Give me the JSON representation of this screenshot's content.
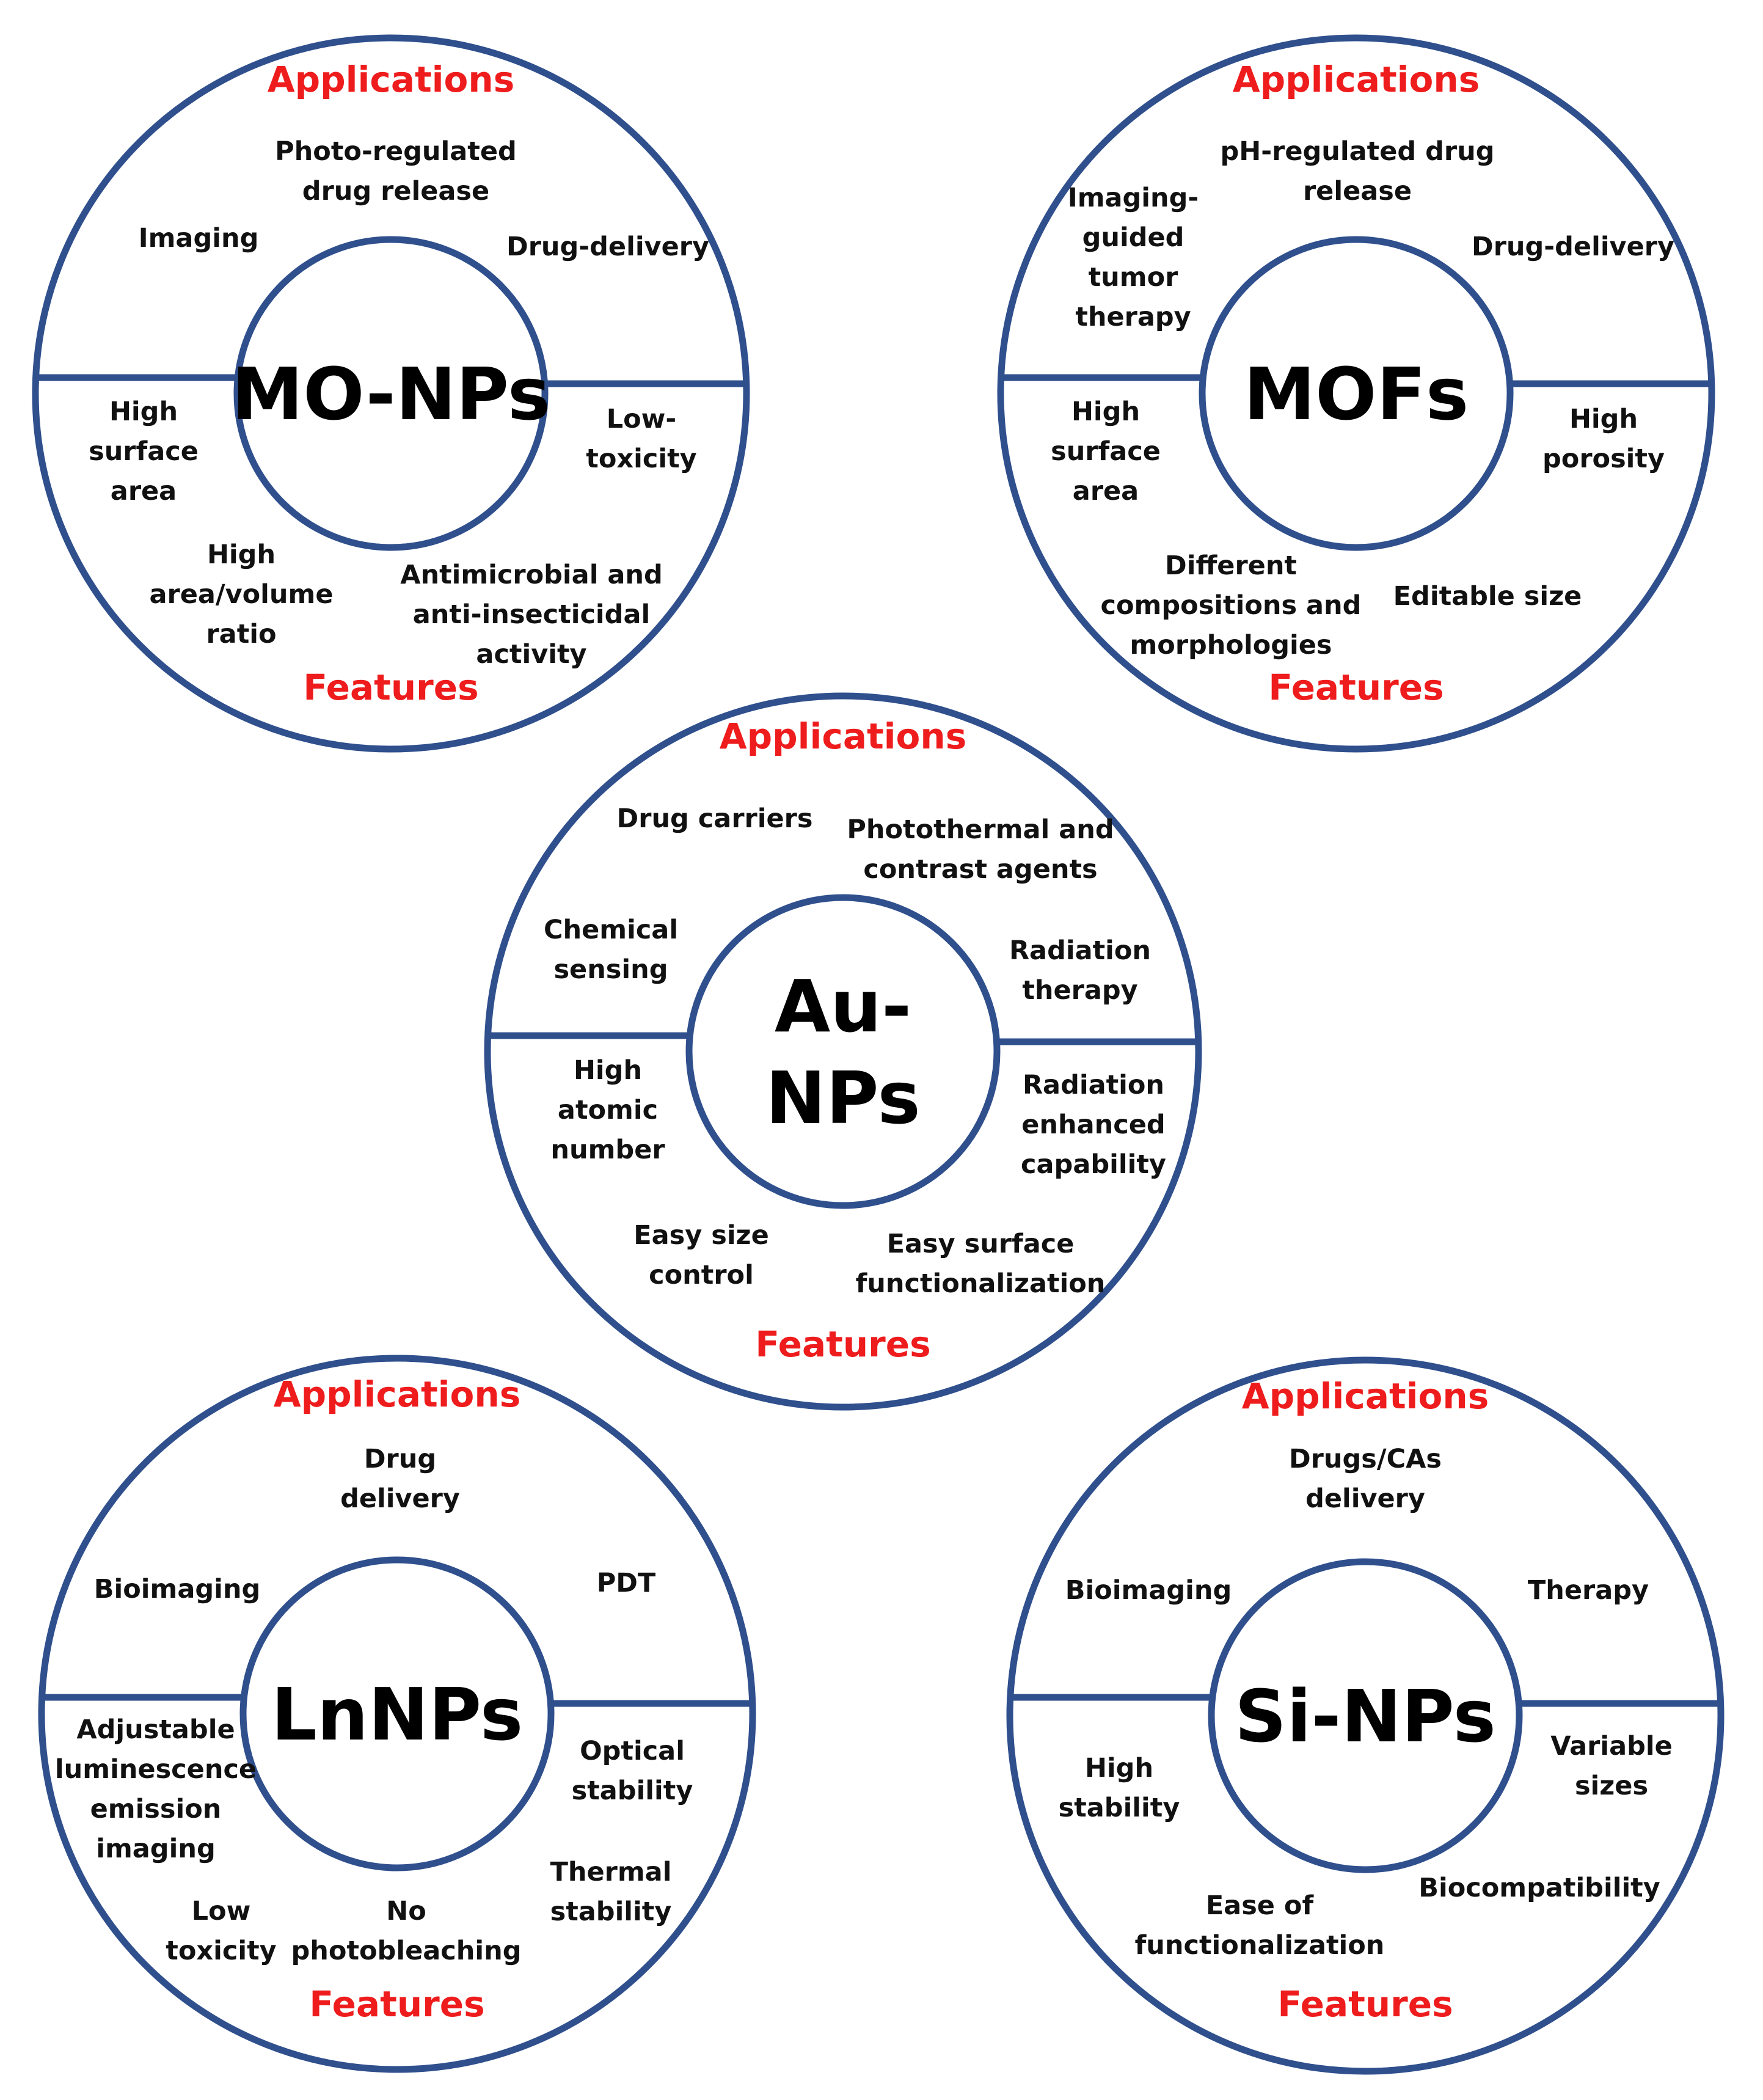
{
  "colors": {
    "ring": "#2f4f8d",
    "heading": "#ee1c1c",
    "text": "#111111",
    "center_text": "#000000"
  },
  "diagrams": [
    {
      "id": "mo-nps",
      "center_label": [
        "MO-NPs"
      ],
      "applications_heading": "Applications",
      "features_heading": "Features",
      "applications": [
        [
          "Photo-regulated",
          "drug release"
        ],
        [
          "Imaging"
        ],
        [
          "Drug-delivery"
        ]
      ],
      "features": [
        [
          "High",
          "surface",
          "area"
        ],
        [
          "Low-",
          "toxicity"
        ],
        [
          "High",
          "area/volume",
          "ratio"
        ],
        [
          "Antimicrobial and",
          "anti-insecticidal",
          "activity"
        ]
      ]
    },
    {
      "id": "mofs",
      "center_label": [
        "MOFs"
      ],
      "applications_heading": "Applications",
      "features_heading": "Features",
      "applications": [
        [
          "pH-regulated drug",
          "release"
        ],
        [
          "Imaging-",
          "guided",
          "tumor",
          "therapy"
        ],
        [
          "Drug-delivery"
        ]
      ],
      "features": [
        [
          "High",
          "surface",
          "area"
        ],
        [
          "High",
          "porosity"
        ],
        [
          "Different",
          "compositions and",
          "morphologies"
        ],
        [
          "Editable size"
        ]
      ]
    },
    {
      "id": "au-nps",
      "center_label": [
        "Au-",
        "NPs"
      ],
      "applications_heading": "Applications",
      "features_heading": "Features",
      "applications": [
        [
          "Drug carriers"
        ],
        [
          "Photothermal and",
          "contrast agents"
        ],
        [
          "Chemical",
          "sensing"
        ],
        [
          "Radiation",
          "therapy"
        ]
      ],
      "features": [
        [
          "High",
          "atomic",
          "number"
        ],
        [
          "Radiation",
          "enhanced",
          "capability"
        ],
        [
          "Easy size",
          "control"
        ],
        [
          "Easy surface",
          "functionalization"
        ]
      ]
    },
    {
      "id": "lnnps",
      "center_label": [
        "LnNPs"
      ],
      "applications_heading": "Applications",
      "features_heading": "Features",
      "applications": [
        [
          "Drug",
          "delivery"
        ],
        [
          "Bioimaging"
        ],
        [
          "PDT"
        ]
      ],
      "features": [
        [
          "Adjustable",
          "luminescence",
          "emission",
          "imaging"
        ],
        [
          "Optical",
          "stability"
        ],
        [
          "Thermal",
          "stability"
        ],
        [
          "Low",
          "toxicity"
        ],
        [
          "No",
          "photobleaching"
        ]
      ]
    },
    {
      "id": "si-nps",
      "center_label": [
        "Si-NPs"
      ],
      "applications_heading": "Applications",
      "features_heading": "Features",
      "applications": [
        [
          "Drugs/CAs",
          "delivery"
        ],
        [
          "Bioimaging"
        ],
        [
          "Therapy"
        ]
      ],
      "features": [
        [
          "High",
          "stability"
        ],
        [
          "Variable",
          "sizes"
        ],
        [
          "Ease of",
          "functionalization"
        ],
        [
          "Biocompatibility"
        ]
      ]
    }
  ]
}
